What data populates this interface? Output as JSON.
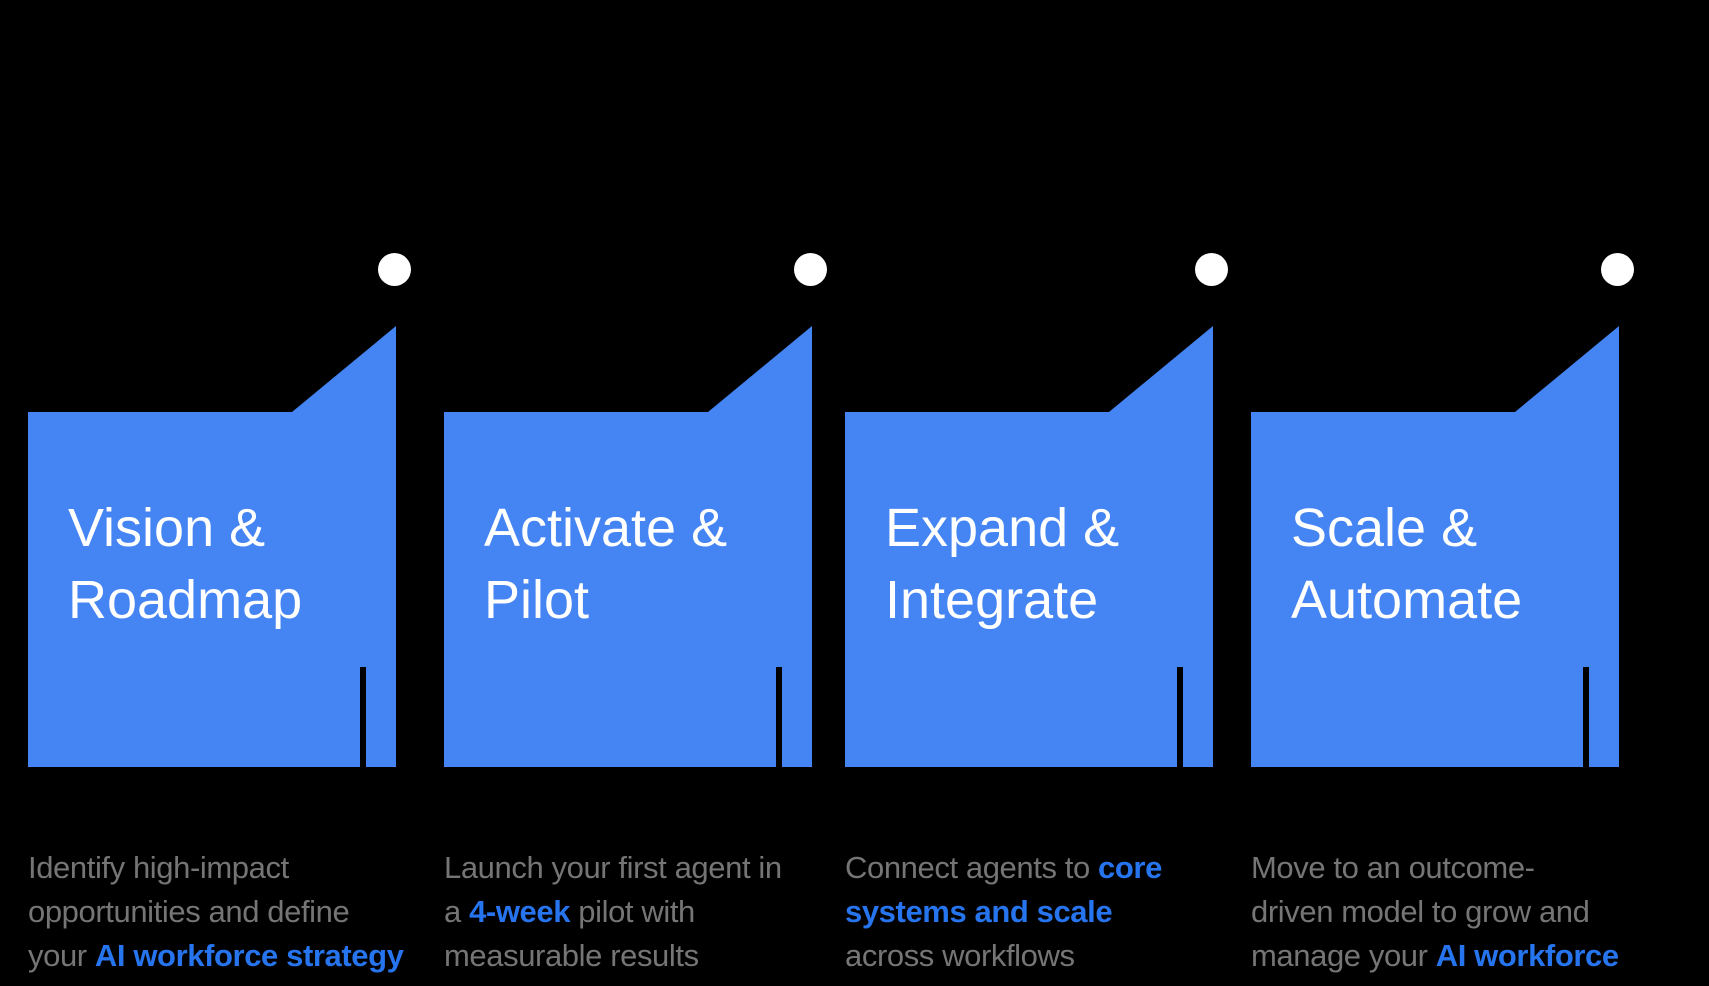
{
  "colors": {
    "background": "#000000",
    "flag_fill": "#4484F3",
    "flag_title": "#FFFFFF",
    "dot": "#FFFFFF",
    "tick": "#000000",
    "desc_text": "#757575",
    "desc_accent": "#2674EE"
  },
  "steps": [
    {
      "title_line1": "Vision &",
      "title_line2": "Roadmap",
      "desc": {
        "line1": {
          "pre": "Identify high-impact",
          "bold": "",
          "post": ""
        },
        "line2": {
          "pre": "opportunities and define",
          "bold": "",
          "post": ""
        },
        "line3": {
          "pre": "your ",
          "bold": "AI workforce strategy",
          "post": ""
        }
      }
    },
    {
      "title_line1": "Activate &",
      "title_line2": "Pilot",
      "desc": {
        "line1": {
          "pre": "Launch your first agent in",
          "bold": "",
          "post": ""
        },
        "line2": {
          "pre": "a ",
          "bold": "4-week",
          "post": " pilot with"
        },
        "line3": {
          "pre": "measurable results",
          "bold": "",
          "post": ""
        }
      }
    },
    {
      "title_line1": "Expand &",
      "title_line2": "Integrate",
      "desc": {
        "line1": {
          "pre": "Connect agents to ",
          "bold": "core",
          "post": ""
        },
        "line2": {
          "pre": "",
          "bold": "systems and scale",
          "post": ""
        },
        "line3": {
          "pre": "across workflows",
          "bold": "",
          "post": ""
        }
      }
    },
    {
      "title_line1": "Scale &",
      "title_line2": "Automate",
      "desc": {
        "line1": {
          "pre": "Move to an outcome-",
          "bold": "",
          "post": ""
        },
        "line2": {
          "pre": "driven model to grow and",
          "bold": "",
          "post": ""
        },
        "line3": {
          "pre": "manage your ",
          "bold": "AI workforce",
          "post": ""
        }
      }
    }
  ]
}
